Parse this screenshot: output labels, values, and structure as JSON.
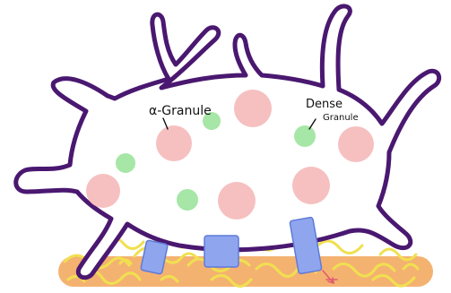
{
  "labels": {
    "alpha_granule": "α-Granule",
    "dense_line1": "Dense",
    "dense_line2": "Granule"
  },
  "colors": {
    "membrane": "#4a1870",
    "alpha_granule_fill": "#f6c0c0",
    "dense_granule_fill": "#a6e6a6",
    "receptor_fill": "#8fa6ef",
    "receptor_stroke": "#5f7ad8",
    "substrate_fill": "#f4b271",
    "fibrin_strands": "#f0e050",
    "pointer_arrow": "#e05d6f"
  }
}
